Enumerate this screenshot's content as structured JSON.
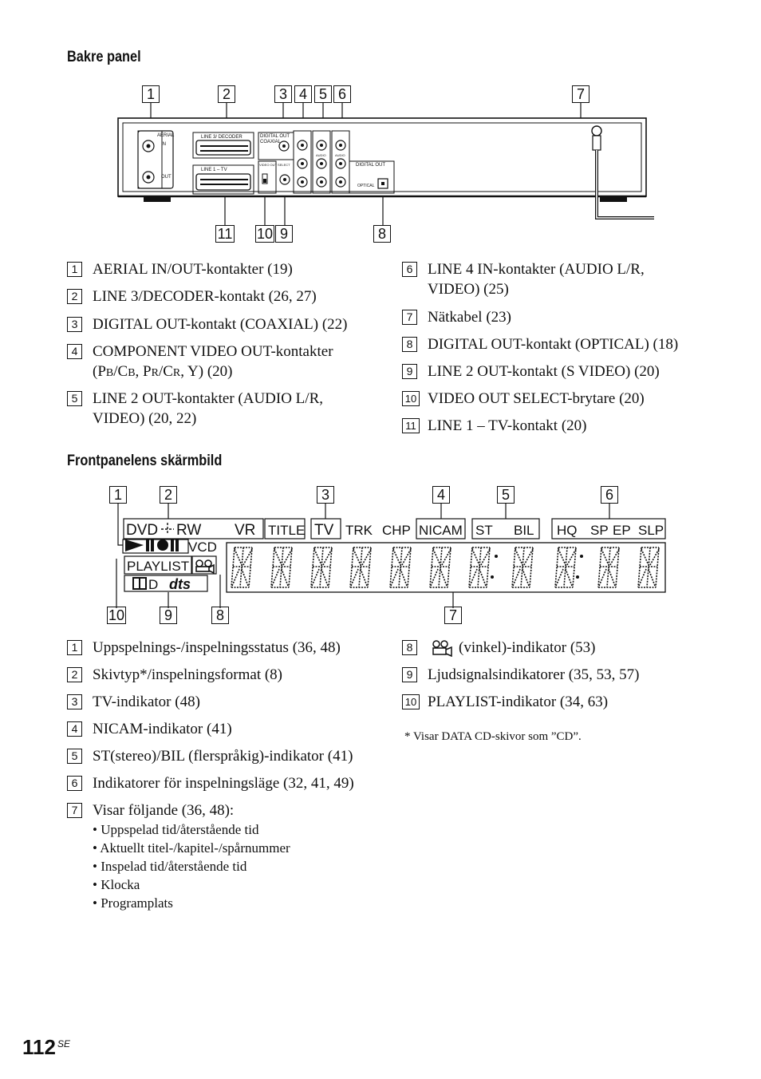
{
  "rear_panel": {
    "heading": "Bakre panel",
    "callouts_top": [
      "1",
      "2",
      "3",
      "4",
      "5",
      "6",
      "7"
    ],
    "callouts_bottom": [
      "11",
      "10",
      "9",
      "8"
    ],
    "panel_labels": {
      "aerial": "AERIAL",
      "in": "IN",
      "out": "OUT",
      "line3": "LINE 3/ DECODER",
      "line1": "LINE 1 – TV",
      "digital_out": "DIGITAL OUT",
      "coaxial": "COAXIAL",
      "optical": "OPTICAL",
      "video_out_select": "VIDEO OUT SELECT",
      "audio": "AUDIO",
      "video": "VIDEO"
    },
    "items_left": [
      {
        "n": "1",
        "text": "AERIAL IN/OUT-kontakter (19)"
      },
      {
        "n": "2",
        "text": "LINE 3/DECODER-kontakt (26, 27)"
      },
      {
        "n": "3",
        "text": "DIGITAL OUT-kontakt (COAXIAL) (22)"
      },
      {
        "n": "4",
        "text": "COMPONENT VIDEO OUT-kontakter",
        "text2_a": "(P",
        "text2_b": "B",
        "text2_c": "/C",
        "text2_d": "B",
        "text2_e": ", P",
        "text2_f": "R",
        "text2_g": "/C",
        "text2_h": "R",
        "text2_i": ", Y) (20)"
      },
      {
        "n": "5",
        "text": "LINE 2 OUT-kontakter (AUDIO L/R,",
        "text2": "VIDEO) (20, 22)"
      }
    ],
    "items_right": [
      {
        "n": "6",
        "text": "LINE 4 IN-kontakter (AUDIO L/R,",
        "text2": "VIDEO) (25)"
      },
      {
        "n": "7",
        "text": "Nätkabel (23)"
      },
      {
        "n": "8",
        "text": "DIGITAL OUT-kontakt (OPTICAL) (18)"
      },
      {
        "n": "9",
        "text": "LINE 2 OUT-kontakt (S VIDEO) (20)"
      },
      {
        "n": "10",
        "text": "VIDEO OUT SELECT-brytare (20)"
      },
      {
        "n": "11",
        "text": "LINE 1 – TV-kontakt (20)"
      }
    ]
  },
  "front_display": {
    "heading": "Frontpanelens skärmbild",
    "callouts_top": [
      "1",
      "2",
      "3",
      "4",
      "5",
      "6"
    ],
    "callouts_bottom": [
      "10",
      "9",
      "8",
      "7"
    ],
    "lcd": {
      "dvd": "DVD",
      "rw": "RW",
      "vr": "VR",
      "title": "TITLE",
      "tv": "TV",
      "trk": "TRK",
      "chp": "CHP",
      "nicam": "NICAM",
      "st": "ST",
      "bil": "BIL",
      "hq": "HQ",
      "sp": "SP",
      "ep": "EP",
      "slp": "SLP",
      "vcd": "VCD",
      "playlist": "PLAYLIST",
      "dolby": "D",
      "dts": "dts"
    },
    "items_left": [
      {
        "n": "1",
        "text": "Uppspelnings-/inspelningsstatus (36, 48)"
      },
      {
        "n": "2",
        "text": "Skivtyp*/inspelningsformat (8)"
      },
      {
        "n": "3",
        "text": "TV-indikator (48)"
      },
      {
        "n": "4",
        "text": "NICAM-indikator (41)"
      },
      {
        "n": "5",
        "text": "ST(stereo)/BIL (flerspråkig)-indikator (41)"
      },
      {
        "n": "6",
        "text": "Indikatorer för inspelningsläge (32, 41, 49)"
      },
      {
        "n": "7",
        "text": "Visar följande (36, 48):"
      }
    ],
    "bullets": [
      "• Uppspelad tid/återstående tid",
      "• Aktuellt titel-/kapitel-/spårnummer",
      "• Inspelad tid/återstående tid",
      "• Klocka",
      "• Programplats"
    ],
    "items_right": [
      {
        "n": "8",
        "text": "(vinkel)-indikator (53)"
      },
      {
        "n": "9",
        "text": "Ljudsignalsindikatorer (35, 53, 57)"
      },
      {
        "n": "10",
        "text": "PLAYLIST-indikator (34, 63)"
      }
    ],
    "note": "* Visar DATA CD-skivor som ”CD”."
  },
  "page": {
    "number": "112",
    "suffix": "SE"
  }
}
